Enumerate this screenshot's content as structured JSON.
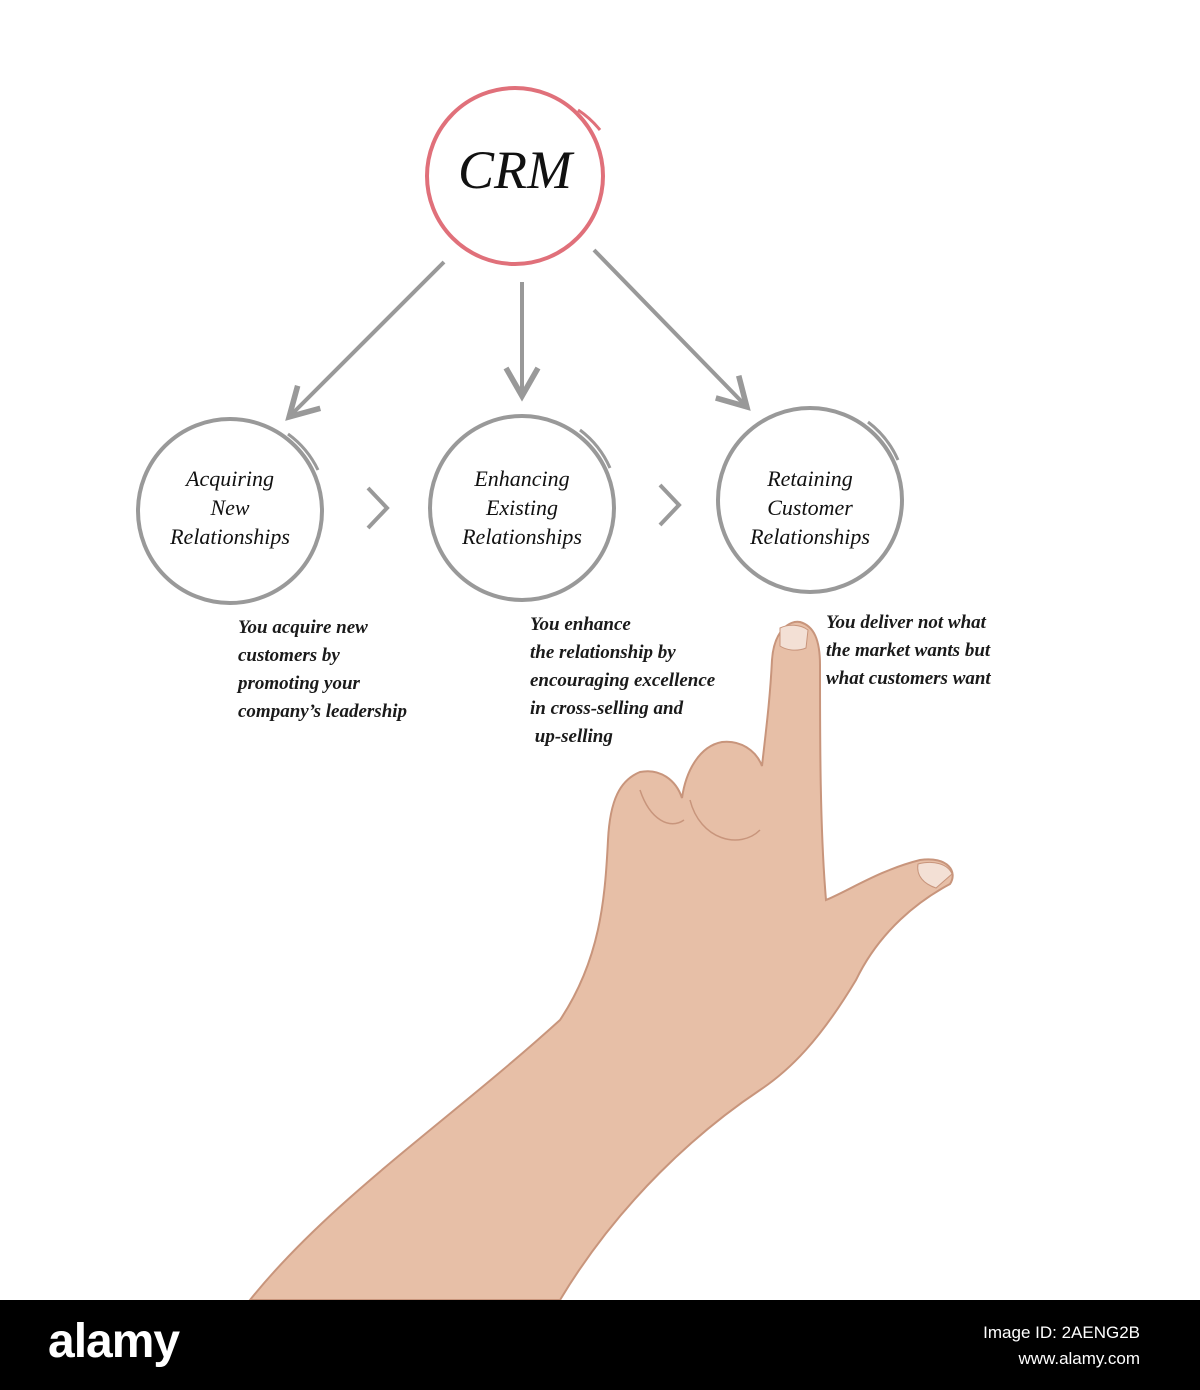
{
  "diagram": {
    "root": {
      "label": "CRM",
      "color": "#e0707a"
    },
    "nodes": [
      {
        "label_lines": [
          "Acquiring",
          "New",
          "Relationships"
        ],
        "description": "You acquire new\ncustomers by\npromoting your\ncompany’s leadership"
      },
      {
        "label_lines": [
          "Enhancing",
          "Existing",
          "Relationships"
        ],
        "description": "You enhance\nthe relationship by\nencouraging excellence\nin cross-selling and\n up-selling"
      },
      {
        "label_lines": [
          "Retaining",
          "Customer",
          "Relationships"
        ],
        "description": "You deliver not what\nthe market wants but\nwhat customers want"
      }
    ],
    "node_color": "#999999",
    "arrow_color": "#999999"
  },
  "watermark": {
    "logo": "alamy",
    "image_id": "Image ID: 2AENG2B",
    "site": "www.alamy.com"
  }
}
